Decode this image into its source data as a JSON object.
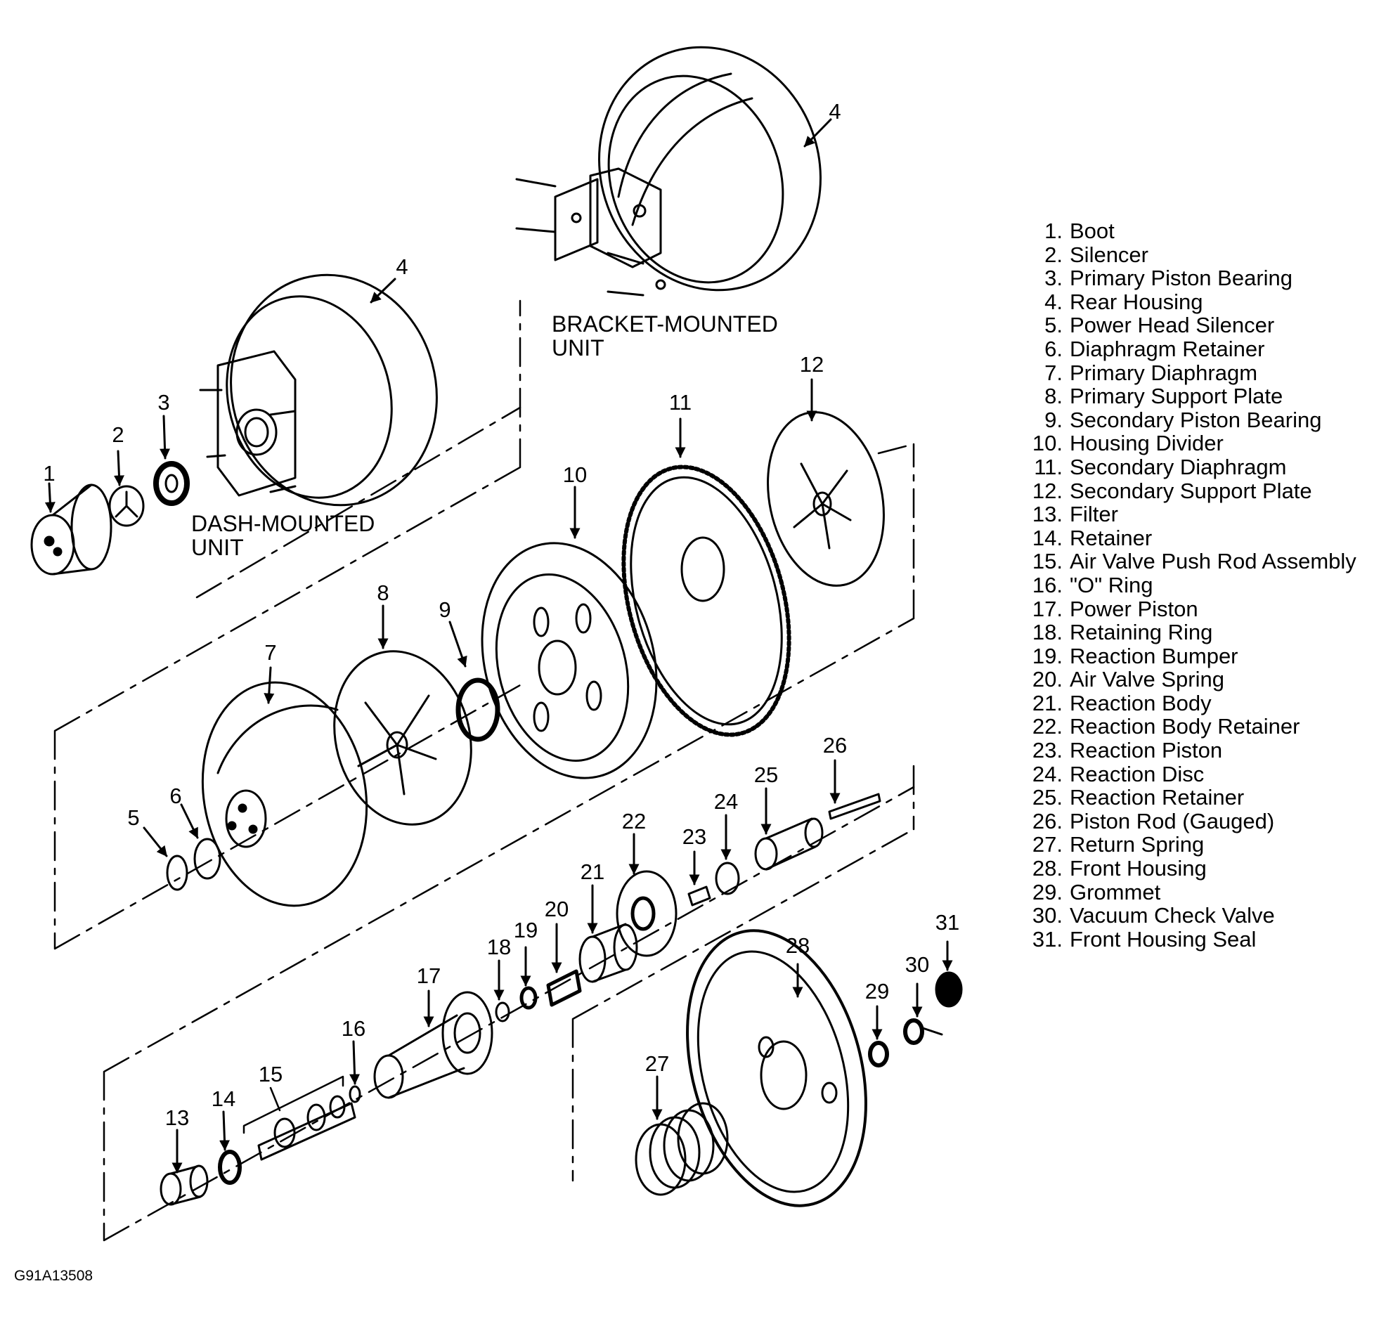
{
  "figure_id": "G91A13508",
  "unit_labels": {
    "bracket": [
      "BRACKET-MOUNTED",
      "UNIT"
    ],
    "dash": [
      "DASH-MOUNTED",
      "UNIT"
    ]
  },
  "callouts": [
    "1",
    "2",
    "3",
    "4",
    "4",
    "5",
    "6",
    "7",
    "8",
    "9",
    "10",
    "11",
    "12",
    "13",
    "14",
    "15",
    "16",
    "17",
    "18",
    "19",
    "20",
    "21",
    "22",
    "23",
    "24",
    "25",
    "26",
    "27",
    "28",
    "29",
    "30",
    "31"
  ],
  "legend": [
    {
      "num": "1.",
      "name": "Boot"
    },
    {
      "num": "2.",
      "name": "Silencer"
    },
    {
      "num": "3.",
      "name": "Primary Piston Bearing"
    },
    {
      "num": "4.",
      "name": "Rear Housing"
    },
    {
      "num": "5.",
      "name": "Power Head Silencer"
    },
    {
      "num": "6.",
      "name": "Diaphragm Retainer"
    },
    {
      "num": "7.",
      "name": "Primary Diaphragm"
    },
    {
      "num": "8.",
      "name": "Primary Support Plate"
    },
    {
      "num": "9.",
      "name": "Secondary Piston Bearing"
    },
    {
      "num": "10.",
      "name": "Housing Divider"
    },
    {
      "num": "11.",
      "name": "Secondary Diaphragm"
    },
    {
      "num": "12.",
      "name": "Secondary Support Plate"
    },
    {
      "num": "13.",
      "name": "Filter"
    },
    {
      "num": "14.",
      "name": "Retainer"
    },
    {
      "num": "15.",
      "name": "Air Valve Push Rod Assembly"
    },
    {
      "num": "16.",
      "name": "\"O\" Ring"
    },
    {
      "num": "17.",
      "name": "Power Piston"
    },
    {
      "num": "18.",
      "name": "Retaining Ring"
    },
    {
      "num": "19.",
      "name": "Reaction Bumper"
    },
    {
      "num": "20.",
      "name": "Air Valve Spring"
    },
    {
      "num": "21.",
      "name": "Reaction Body"
    },
    {
      "num": "22.",
      "name": "Reaction Body Retainer"
    },
    {
      "num": "23.",
      "name": "Reaction Piston"
    },
    {
      "num": "24.",
      "name": "Reaction Disc"
    },
    {
      "num": "25.",
      "name": "Reaction Retainer"
    },
    {
      "num": "26.",
      "name": "Piston Rod (Gauged)"
    },
    {
      "num": "27.",
      "name": "Return Spring"
    },
    {
      "num": "28.",
      "name": "Front Housing"
    },
    {
      "num": "29.",
      "name": "Grommet"
    },
    {
      "num": "30.",
      "name": "Vacuum Check Valve"
    },
    {
      "num": "31.",
      "name": "Front Housing Seal"
    }
  ]
}
